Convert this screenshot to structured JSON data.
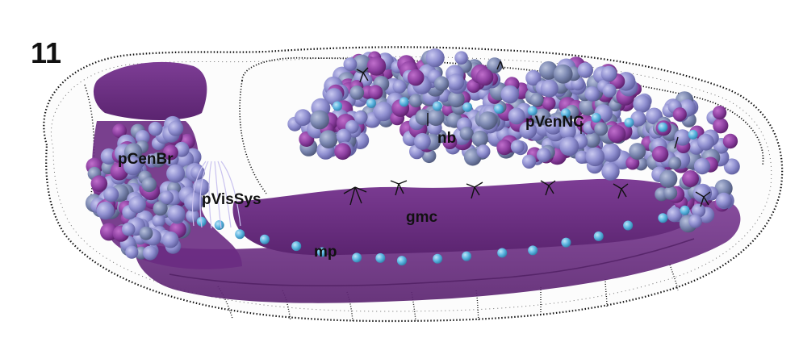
{
  "figure": {
    "stage_number": "11",
    "labels": {
      "pCenBr": "pCenBr",
      "pVisSys": "pVisSys",
      "nb": "nb",
      "pVenNC": "pVenNC",
      "gmc": "gmc",
      "mp": "mp"
    },
    "colors": {
      "outline": "#111111",
      "purple_dark": "#6b2a83",
      "purple_mid": "#7c3d93",
      "magenta": "#8a3d9e",
      "neuroblast_lavender": "#8f8fd0",
      "neuroblast_grey": "#7a86b0",
      "midline_cyan": "#5ab4e0"
    }
  }
}
